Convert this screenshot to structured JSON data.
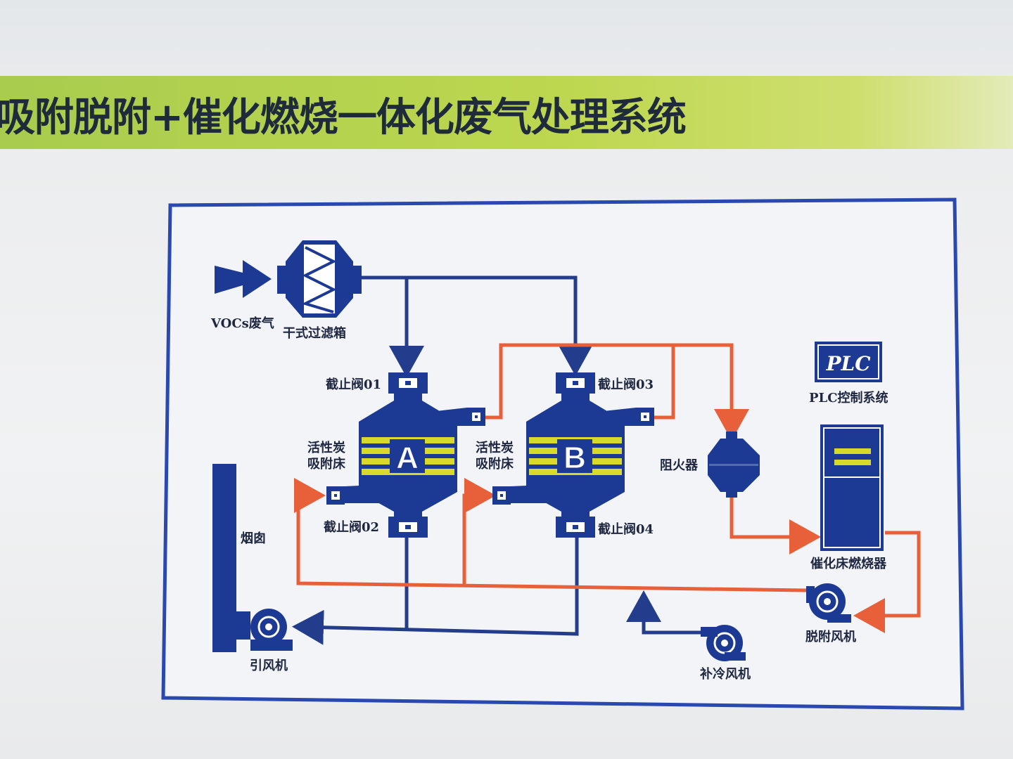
{
  "title": "吸附脱附+催化燃烧一体化废气处理系统",
  "labels": {
    "vocs": "VOCs废气",
    "filter": "干式过滤箱",
    "valve01": "截止阀01",
    "valve02": "截止阀02",
    "valve03": "截止阀03",
    "valve04": "截止阀04",
    "bed_a_line1": "活性炭",
    "bed_a_line2": "吸附床",
    "bed_b_line1": "活性炭",
    "bed_b_line2": "吸附床",
    "bed_a_letter": "A",
    "bed_b_letter": "B",
    "flame_arrester": "阻火器",
    "plc_box": "PLC",
    "plc_system": "PLC控制系统",
    "catalytic_burner": "催化床燃烧器",
    "chimney": "烟囱",
    "induced_fan": "引风机",
    "desorption_fan": "脱附风机",
    "cooling_fan": "补冷风机"
  },
  "colors": {
    "frame": "#2948b0",
    "equipment": "#1c3a94",
    "duct_blue": "#233c8c",
    "duct_orange": "#e8603a",
    "carbon_yellow": "#d9d92c",
    "title_green": "#b5d24e"
  }
}
